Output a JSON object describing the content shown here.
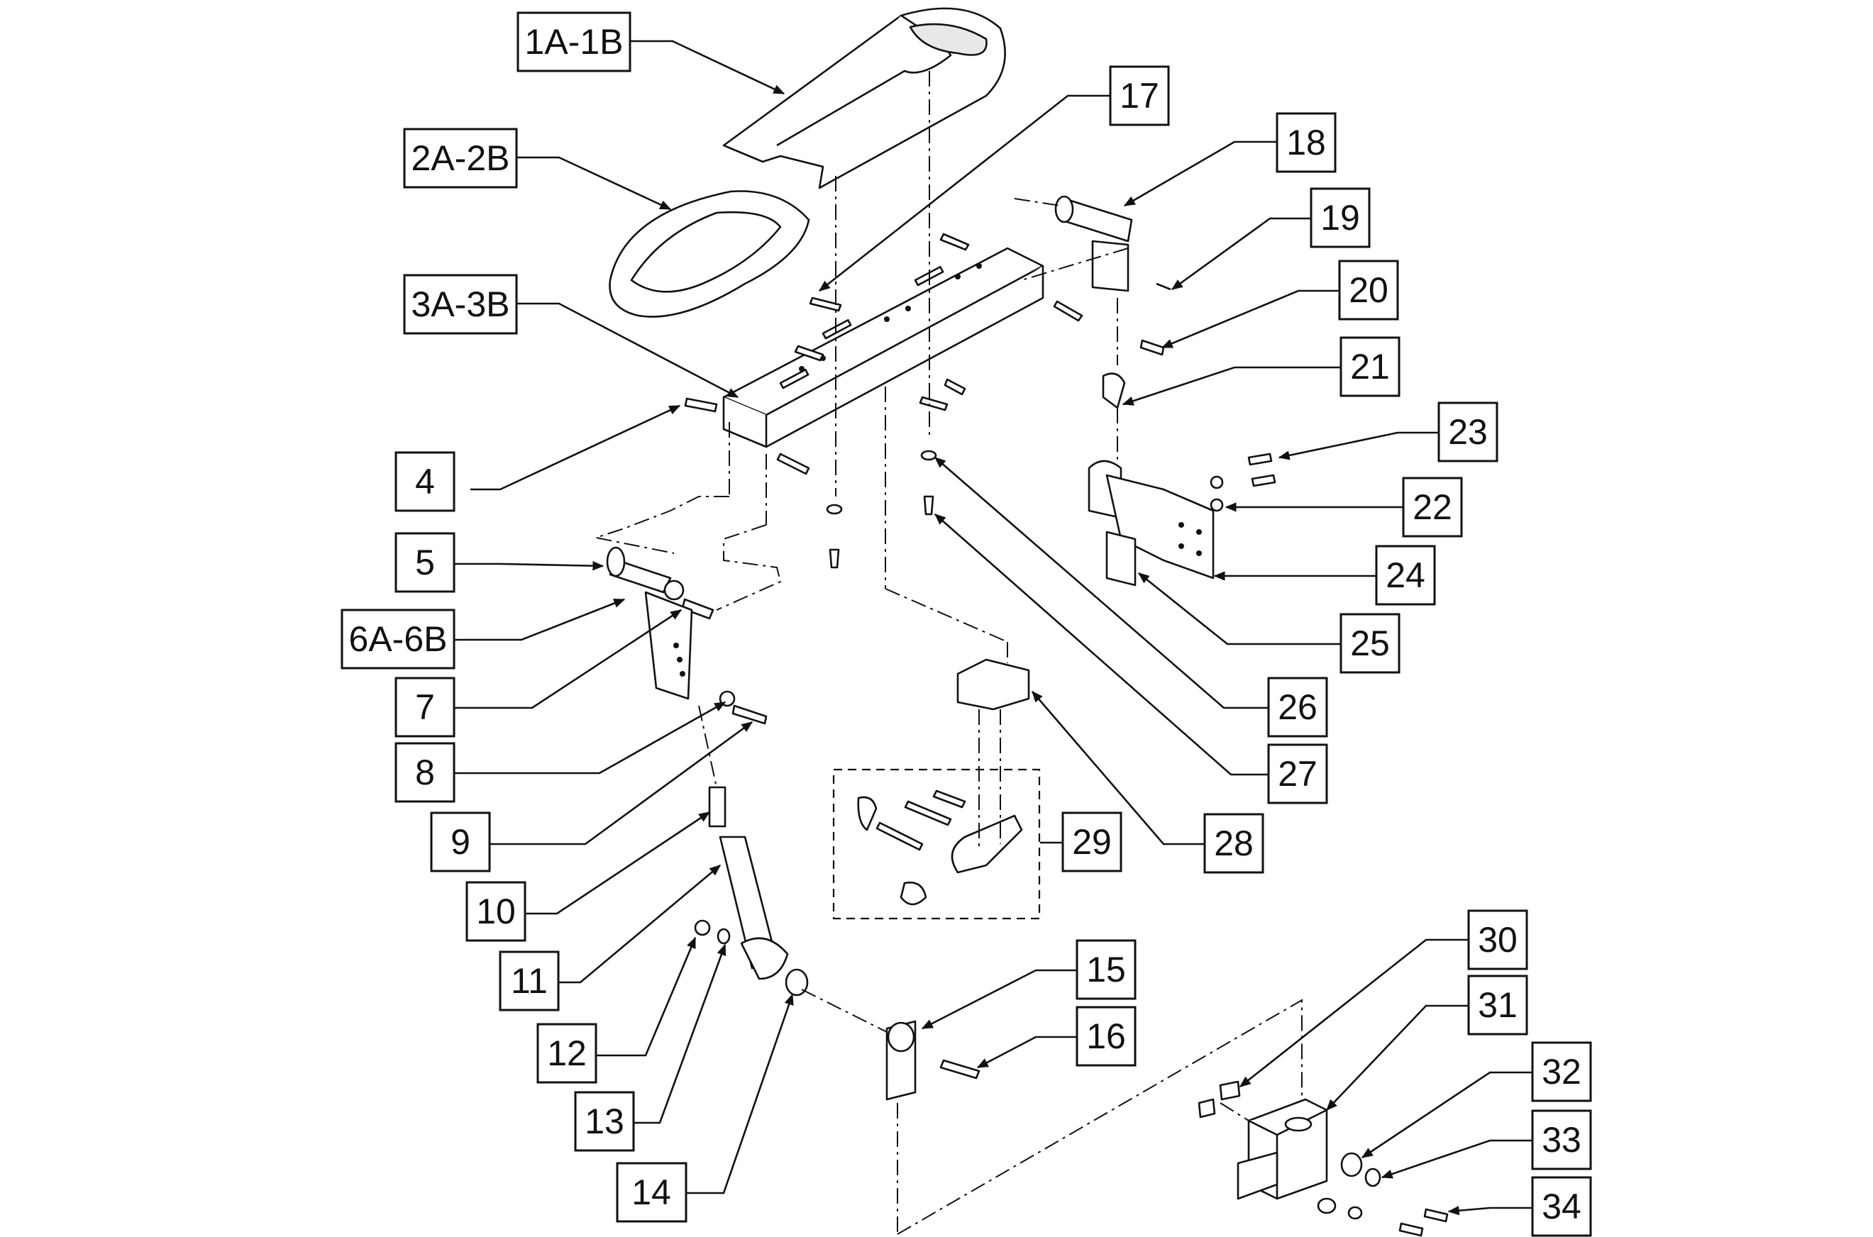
{
  "diagram": {
    "callouts": [
      {
        "id": "c1",
        "label": "1A-1B"
      },
      {
        "id": "c2",
        "label": "2A-2B"
      },
      {
        "id": "c3",
        "label": "3A-3B"
      },
      {
        "id": "c4",
        "label": "4"
      },
      {
        "id": "c5",
        "label": "5"
      },
      {
        "id": "c6",
        "label": "6A-6B"
      },
      {
        "id": "c7",
        "label": "7"
      },
      {
        "id": "c8",
        "label": "8"
      },
      {
        "id": "c9",
        "label": "9"
      },
      {
        "id": "c10",
        "label": "10"
      },
      {
        "id": "c11",
        "label": "11"
      },
      {
        "id": "c12",
        "label": "12"
      },
      {
        "id": "c13",
        "label": "13"
      },
      {
        "id": "c14",
        "label": "14"
      },
      {
        "id": "c15",
        "label": "15"
      },
      {
        "id": "c16",
        "label": "16"
      },
      {
        "id": "c17",
        "label": "17"
      },
      {
        "id": "c18",
        "label": "18"
      },
      {
        "id": "c19",
        "label": "19"
      },
      {
        "id": "c20",
        "label": "20"
      },
      {
        "id": "c21",
        "label": "21"
      },
      {
        "id": "c22",
        "label": "22"
      },
      {
        "id": "c23",
        "label": "23"
      },
      {
        "id": "c24",
        "label": "24"
      },
      {
        "id": "c25",
        "label": "25"
      },
      {
        "id": "c26",
        "label": "26"
      },
      {
        "id": "c27",
        "label": "27"
      },
      {
        "id": "c28",
        "label": "28"
      },
      {
        "id": "c29",
        "label": "29"
      },
      {
        "id": "c30",
        "label": "30"
      },
      {
        "id": "c31",
        "label": "31"
      },
      {
        "id": "c32",
        "label": "32"
      },
      {
        "id": "c33",
        "label": "33"
      },
      {
        "id": "c34",
        "label": "34"
      }
    ]
  }
}
